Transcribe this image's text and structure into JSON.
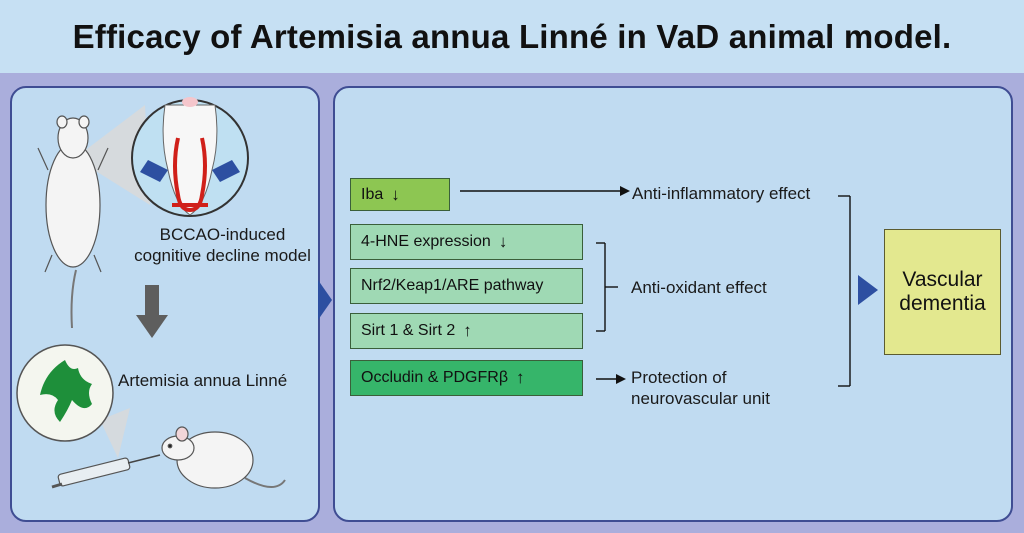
{
  "title": "Efficacy of Artemisia annua Linné in VaD animal model.",
  "left": {
    "model_label": "BCCAO-induced\ncognitive decline model",
    "treatment_label": "Artemisia annua Linné"
  },
  "boxes": {
    "iba": {
      "text": "Iba",
      "arrow": "↓"
    },
    "hne": {
      "text": "4-HNE expression",
      "arrow": "↓"
    },
    "nrf2": {
      "text": "Nrf2/Keap1/ARE pathway"
    },
    "sirt": {
      "text": "Sirt 1 & Sirt 2",
      "arrow": "↑"
    },
    "occludin": {
      "text": "Occludin & PDGFRβ",
      "arrow": "↑"
    }
  },
  "effects": {
    "anti_inflammatory": "Anti-inflammatory effect",
    "anti_oxidant": "Anti-oxidant effect",
    "neuro": "Protection of\nneurovascular unit"
  },
  "outcome": "Vascular\ndementia",
  "colors": {
    "light_box": "#9fd9b4",
    "lime_box": "#8dc652",
    "green_box": "#36b56a",
    "outcome_box": "#e3e88f",
    "panel": "#c0dbf1",
    "panel_border": "#3f4d93",
    "arrow_blue": "#2d4fa1",
    "artery_red": "#d0201a"
  }
}
